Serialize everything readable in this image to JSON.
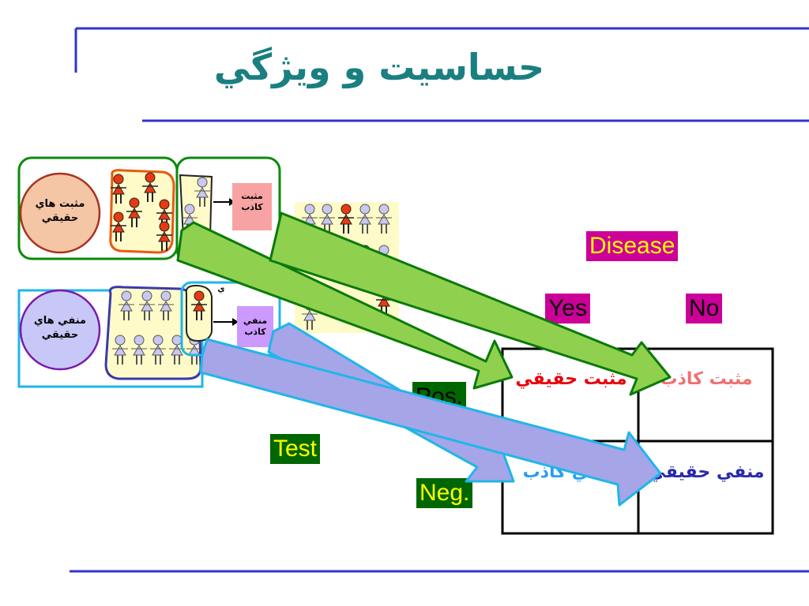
{
  "title": "حساسيت و ويژگي",
  "groups": {
    "true_positive_circle": "مثبت هاي حقيقي",
    "true_negative_circle": "منفي هاي حقيقي",
    "false_positive_tag": "مثبت كاذب",
    "false_negative_tag": "منفي كاذب",
    "hidden_fragment": "ي"
  },
  "labels": {
    "disease": "Disease",
    "yes": "Yes",
    "no": "No",
    "test": "Test",
    "pos": "Pos.",
    "neg": "Neg."
  },
  "table": {
    "tp": "مثبت حقيقي",
    "fp": "مثبت كاذب",
    "fn": "منفي كاذب",
    "tn": "منفي حقيقي"
  },
  "colors": {
    "title": "#1a7f80",
    "rule": "#3333cc",
    "disease_bg": "#cc0099",
    "yes_no_bg": "#cc0099",
    "test_bg": "#006600",
    "label_text_light": "#ffff00",
    "tp_text": "#e8000b",
    "fp_text": "#f07070",
    "fn_text": "#2a9df4",
    "tn_text": "#2a2aaa",
    "green_arrow": "#8fd14f",
    "blue_arrow": "#a5a5e8"
  }
}
